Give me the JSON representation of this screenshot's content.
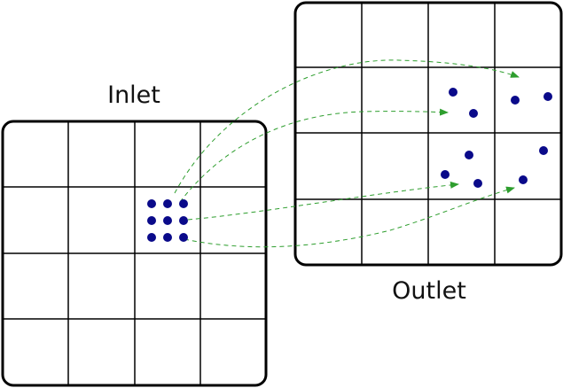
{
  "labels": {
    "inlet": "Inlet",
    "outlet": "Outlet"
  },
  "grid": {
    "rows": 4,
    "cols": 4
  },
  "colors": {
    "frame": "#000000",
    "particle": "#0a0a8a",
    "trajectory": "#2e9e2e"
  },
  "particle_count": 9
}
